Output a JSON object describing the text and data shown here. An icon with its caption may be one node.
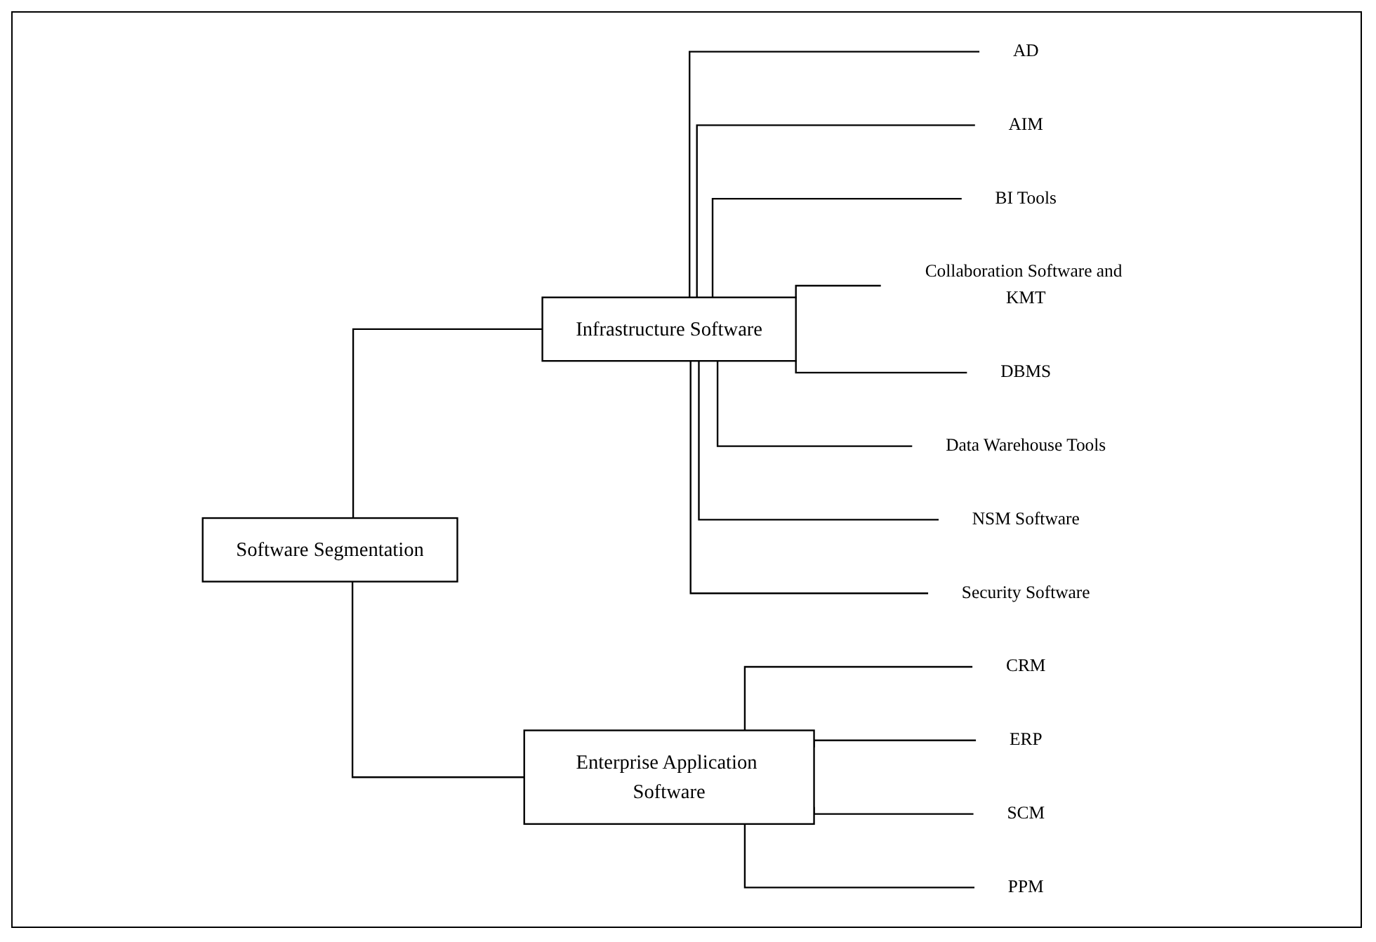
{
  "diagram": {
    "nodes": [
      {
        "text": [
          "Software Segmentation"
        ]
      },
      {
        "text": [
          "Infrastructure Software"
        ]
      },
      {
        "text": [
          "Enterprise Application Software"
        ]
      },
      {
        "text": [
          "AD"
        ]
      },
      {
        "text": [
          "AIM"
        ]
      },
      {
        "text": [
          "BI Tools"
        ]
      },
      {
        "text": [
          "Collaboration Software and KMT"
        ]
      },
      {
        "text": [
          "DBMS"
        ]
      },
      {
        "text": [
          "Data Warehouse Tools"
        ]
      },
      {
        "text": [
          "NSM Software"
        ]
      },
      {
        "text": [
          "Security Software"
        ]
      },
      {
        "text": [
          "CRM"
        ]
      },
      {
        "text": [
          "ERP"
        ]
      },
      {
        "text": [
          "SCM"
        ]
      },
      {
        "text": [
          "PPM"
        ]
      }
    ],
    "edges": [
      {
        "from": 0,
        "to": 1,
        "arrow": "none"
      },
      {
        "from": 0,
        "to": 2,
        "arrow": "none"
      },
      {
        "from": 1,
        "to": 3,
        "arrow": "none"
      },
      {
        "from": 1,
        "to": 4,
        "arrow": "none"
      },
      {
        "from": 1,
        "to": 5,
        "arrow": "none"
      },
      {
        "from": 1,
        "to": 6,
        "arrow": "none"
      },
      {
        "from": 1,
        "to": 7,
        "arrow": "none"
      },
      {
        "from": 1,
        "to": 8,
        "arrow": "none"
      },
      {
        "from": 1,
        "to": 9,
        "arrow": "none"
      },
      {
        "from": 1,
        "to": 10,
        "arrow": "none"
      },
      {
        "from": 2,
        "to": 11,
        "arrow": "none"
      },
      {
        "from": 2,
        "to": 12,
        "arrow": "none"
      },
      {
        "from": 2,
        "to": 13,
        "arrow": "none"
      },
      {
        "from": 2,
        "to": 14,
        "arrow": "none"
      }
    ]
  }
}
